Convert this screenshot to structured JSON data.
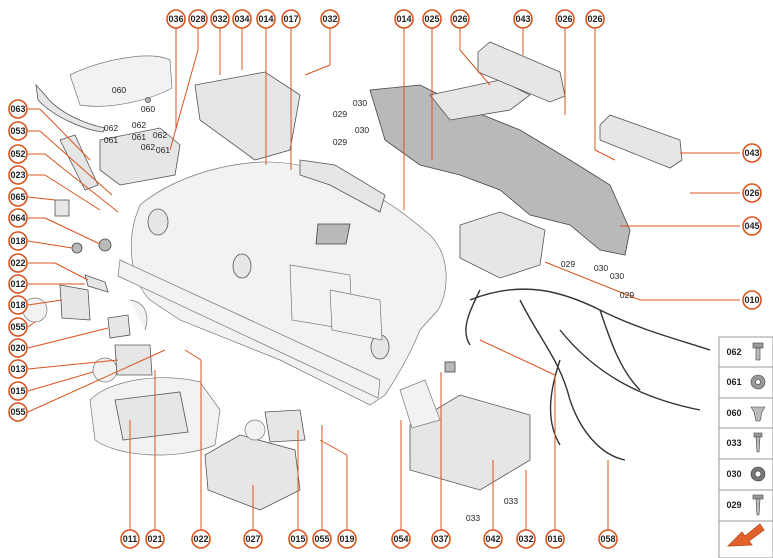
{
  "callouts": {
    "c036": "036",
    "c028": "028",
    "c034": "034",
    "c014a": "014",
    "c017": "017",
    "c032a": "032",
    "c014b": "014",
    "c025": "025",
    "c026a": "026",
    "c043a": "043",
    "c026b": "026",
    "c026c": "026",
    "c063": "063",
    "c053": "053",
    "c052": "052",
    "c023": "023",
    "c065": "065",
    "c064": "064",
    "c018a": "018",
    "c022a": "022",
    "c012": "012",
    "c018b": "018",
    "c055a": "055",
    "c020": "020",
    "c013": "013",
    "c015a": "015",
    "c055b": "055",
    "c043b": "043",
    "c026d": "026",
    "c045": "045",
    "c010": "010",
    "c011": "011",
    "c021": "021",
    "c022b": "022",
    "c027": "027",
    "c015b": "015",
    "c055c": "055",
    "c019": "019",
    "c054": "054",
    "c037": "037",
    "c042": "042",
    "c032b": "032",
    "c016": "016",
    "c058": "058"
  },
  "part_labels": {
    "l060a": "060",
    "l060b": "060",
    "l062a": "062",
    "l062b": "062",
    "l061a": "061",
    "l062c": "062",
    "l062d": "062",
    "l061b": "061",
    "l061c": "061",
    "l030a": "030",
    "l029a": "029",
    "l030b": "030",
    "l029b": "029",
    "l029c": "029",
    "l030c": "030",
    "l030d": "030",
    "l029d": "029",
    "l033a": "033",
    "l033b": "033"
  },
  "legend": {
    "items": [
      {
        "code": "062",
        "icon": "bolt-icon"
      },
      {
        "code": "061",
        "icon": "washer-icon"
      },
      {
        "code": "060",
        "icon": "clip-icon"
      },
      {
        "code": "033",
        "icon": "pin-icon"
      },
      {
        "code": "030",
        "icon": "nut-icon"
      },
      {
        "code": "029",
        "icon": "screw-icon"
      }
    ],
    "arrow_icon": "exploded-view-arrow-icon"
  },
  "colors": {
    "accent": "#d9541e",
    "arrow": "#e0622a"
  }
}
